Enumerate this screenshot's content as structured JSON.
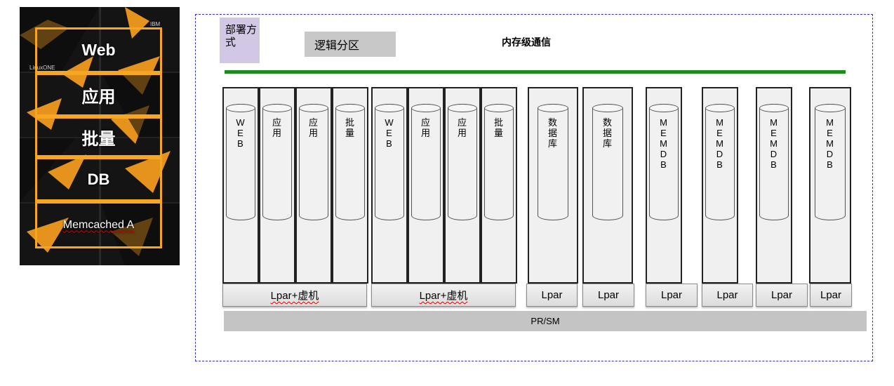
{
  "mainframe": {
    "brand_ibm": "IBM",
    "brand_model": "LinuxONE",
    "layers": [
      "Web",
      "应用",
      "批量",
      "DB",
      "Memcached A"
    ]
  },
  "diagram": {
    "deploy_label": "部署方式",
    "logical_partition_label": "逻辑分区",
    "memory_comm_label": "内存级通信",
    "columns": [
      {
        "label": "WEB"
      },
      {
        "label": "应用"
      },
      {
        "label": "应用"
      },
      {
        "label": "批量"
      },
      {
        "label": "WEB"
      },
      {
        "label": "应用"
      },
      {
        "label": "应用"
      },
      {
        "label": "批量"
      },
      {
        "label": "数据库"
      },
      {
        "label": "数据库"
      },
      {
        "label": "MEMDB"
      },
      {
        "label": "MEMDB"
      },
      {
        "label": "MEMDB"
      },
      {
        "label": "MEMDB"
      }
    ],
    "partitions": [
      {
        "label": "Lpar+虚机"
      },
      {
        "label": "Lpar+虚机"
      },
      {
        "label": "Lpar"
      },
      {
        "label": "Lpar"
      },
      {
        "label": "Lpar"
      },
      {
        "label": "Lpar"
      },
      {
        "label": "Lpar"
      },
      {
        "label": "Lpar"
      }
    ],
    "hypervisor_label": "PR/SM"
  },
  "colors": {
    "accent_orange": "#f5a623",
    "bus_green": "#1d8a1d",
    "frame_blue": "#3333cc",
    "deploy_purple": "#d2c8e6"
  }
}
